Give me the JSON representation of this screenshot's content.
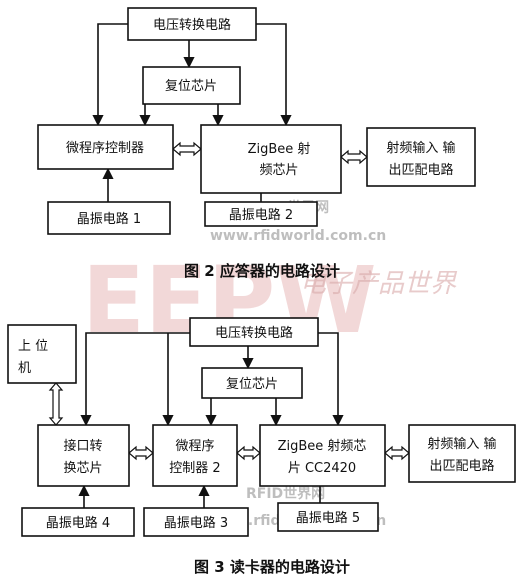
{
  "watermark": {
    "brand": "EEPW",
    "tagline": "电子产品世界",
    "site_name": "RFID世界网",
    "site_url": "www.rfidworld.com.cn"
  },
  "figure2": {
    "caption": "图 2  应答器的电路设计",
    "voltage": "电压转换电路",
    "reset": "复位芯片",
    "mcu": "微程序控制器",
    "rf_chip": [
      "ZigBee 射",
      "频芯片"
    ],
    "match": [
      "射频输入 输",
      "出匹配电路"
    ],
    "osc1": "晶振电路 1",
    "osc2": "晶振电路 2"
  },
  "figure3": {
    "caption": "图 3  读卡器的电路设计",
    "host": [
      "上 位",
      "机"
    ],
    "voltage": "电压转换电路",
    "reset": "复位芯片",
    "iface": [
      "接口转",
      "换芯片"
    ],
    "mcu": [
      "微程序",
      "控制器 2"
    ],
    "rf_chip": [
      "ZigBee 射频芯",
      "片 CC2420"
    ],
    "match": [
      "射频输入 输",
      "出匹配电路"
    ],
    "osc4": "晶振电路 4",
    "osc3": "晶振电路 3",
    "osc5": "晶振电路 5"
  }
}
